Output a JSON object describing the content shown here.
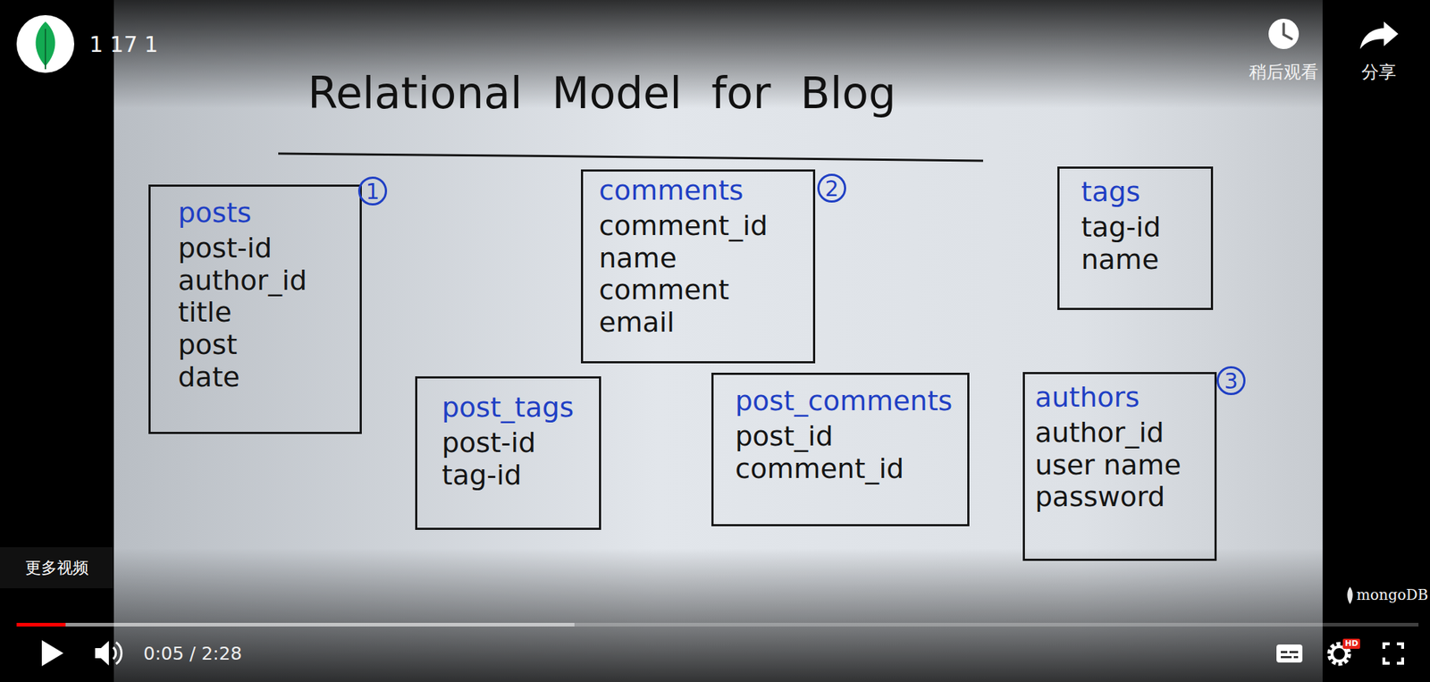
{
  "diagram": {
    "title": "Relational Model for Blog",
    "nodes": [
      {
        "text": [
          "posts",
          "post-id",
          "author_id",
          "title",
          "post",
          "date"
        ]
      },
      {
        "text": [
          "comments",
          "comment_id",
          "name",
          "comment",
          "email"
        ]
      },
      {
        "text": [
          "tags",
          "tag-id",
          "name"
        ]
      },
      {
        "text": [
          "post_tags",
          "post-id",
          "tag-id"
        ]
      },
      {
        "text": [
          "post_comments",
          "post_id",
          "comment_id"
        ]
      },
      {
        "text": [
          "authors",
          "author_id",
          "user name",
          "password"
        ]
      }
    ],
    "edges": [],
    "labels": [
      "1",
      "2",
      "3",
      "1 17 1",
      "稍后观看",
      "分享",
      "更多视频",
      "mongoDB",
      "0:05 / 2:28",
      "HD"
    ]
  }
}
